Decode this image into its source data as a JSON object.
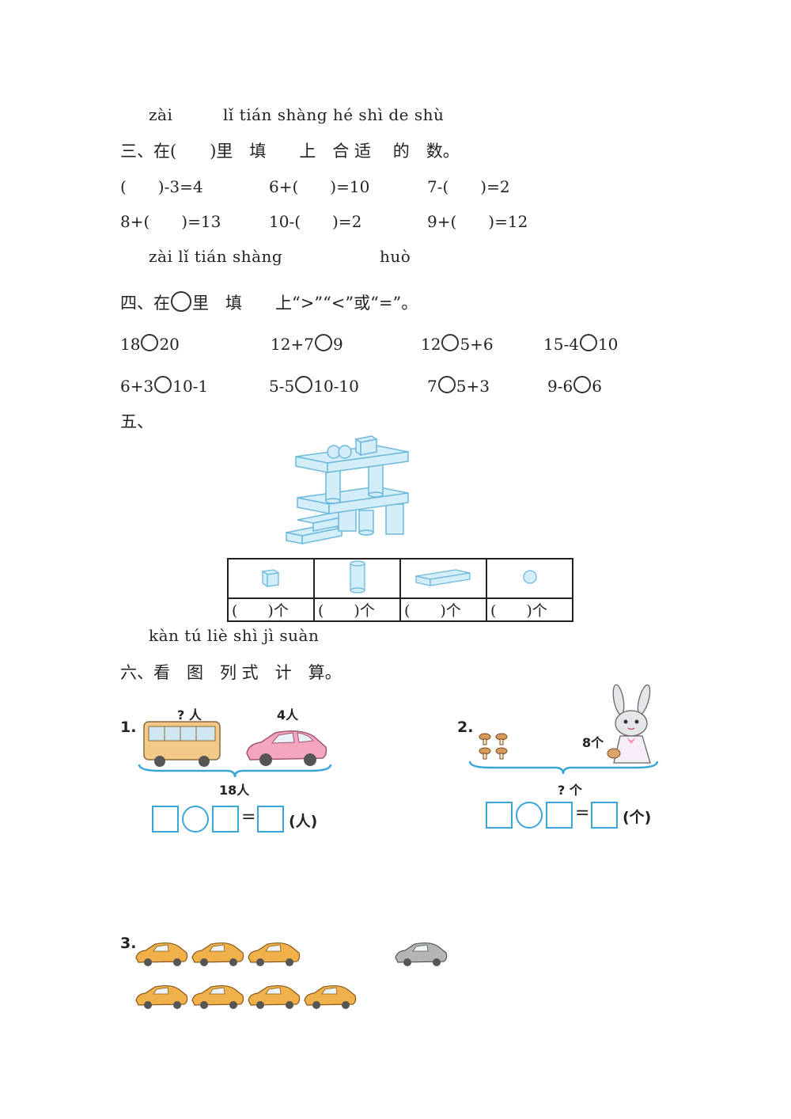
{
  "section3": {
    "pinyin_zai": "zài",
    "pinyin_rest": "lǐ  tián  shàng  hé  shì  de  shù",
    "title": "三、在(　　)里　填　　上　合 适　 的　数。",
    "row1": [
      "(　　)-3=4",
      "6+(　　)=10",
      "7-(　　)=2"
    ],
    "row2": [
      "8+(　　)=13",
      "10-(　　)=2",
      "9+(　　)=12"
    ]
  },
  "section4": {
    "pinyin_a": "zài   lǐ  tián  shàng",
    "pinyin_b": "huò",
    "title_pre": "四、在",
    "title_post": "里　填　　上“>”“<”或“=”。",
    "row1": [
      [
        "18",
        "20"
      ],
      [
        "12+7",
        "9"
      ],
      [
        "12",
        "5+6"
      ],
      [
        "15-4",
        "10"
      ]
    ],
    "row2": [
      [
        "6+3",
        "10-1"
      ],
      [
        "5-5",
        "10-10"
      ],
      [
        "7",
        "5+3"
      ],
      [
        "9-6",
        "6"
      ]
    ]
  },
  "section5": {
    "title": "五、",
    "shapes": [
      "cube-icon",
      "cylinder-icon",
      "cuboid-icon",
      "sphere-icon"
    ],
    "count_label": "(　　)个"
  },
  "section6": {
    "pinyin": "kàn  tú  liè  shì  jì  suàn",
    "title": "六、看　图　列 式　计　算。",
    "p1": {
      "num": "1.",
      "label_a": "? 人",
      "label_b": "4人",
      "total": "18人",
      "unit": "(人)"
    },
    "p2": {
      "num": "2.",
      "label_a": "8个",
      "total": "? 个",
      "unit": "(个)"
    },
    "p3": {
      "num": "3."
    },
    "equals": "="
  },
  "colors": {
    "accent": "#3aa6d8",
    "shape_fill": "#d4eef9",
    "car_orange": "#f0b04a",
    "car_gray": "#9a9a9a"
  }
}
